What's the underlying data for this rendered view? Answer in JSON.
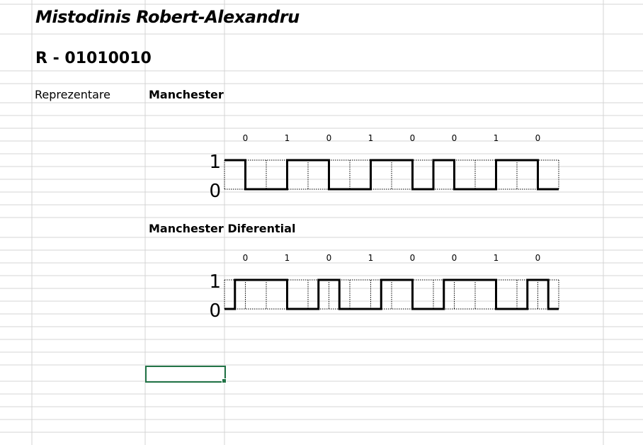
{
  "sheet": {
    "title": "Mistodinis Robert-Alexandru",
    "code": "R - 01010010",
    "representation_label": "Reprezentare",
    "colors": {
      "grid": "#d4d4d4",
      "selection": "#217346"
    }
  },
  "manchester": {
    "label": "Manchester",
    "bits": [
      "0",
      "1",
      "0",
      "1",
      "0",
      "0",
      "1",
      "0"
    ],
    "high_label": "1",
    "low_label": "0",
    "signal_levels": [
      1,
      1,
      1,
      1,
      0,
      0,
      0,
      0,
      0,
      0,
      0,
      0,
      1,
      1,
      1,
      1,
      1,
      1,
      1,
      1,
      0,
      0,
      0,
      0,
      0,
      0,
      0,
      0,
      1,
      1,
      1,
      1,
      1,
      1,
      1,
      1,
      0,
      0,
      0,
      0,
      1,
      1,
      1,
      1,
      0,
      0,
      0,
      0,
      0,
      0,
      0,
      0,
      1,
      1,
      1,
      1,
      1,
      1,
      1,
      1,
      0,
      0,
      0,
      0
    ]
  },
  "manchester_diferential": {
    "label": "Manchester Diferential",
    "bits": [
      "0",
      "1",
      "0",
      "1",
      "0",
      "0",
      "1",
      "0"
    ],
    "high_label": "1",
    "low_label": "0",
    "signal_levels": [
      0,
      0,
      1,
      1,
      1,
      1,
      1,
      1,
      1,
      1,
      1,
      1,
      0,
      0,
      0,
      0,
      0,
      0,
      1,
      1,
      1,
      1,
      0,
      0,
      0,
      0,
      0,
      0,
      0,
      0,
      1,
      1,
      1,
      1,
      1,
      1,
      0,
      0,
      0,
      0,
      0,
      0,
      1,
      1,
      1,
      1,
      1,
      1,
      1,
      1,
      1,
      1,
      0,
      0,
      0,
      0,
      0,
      0,
      1,
      1,
      1,
      1,
      0,
      0
    ]
  }
}
